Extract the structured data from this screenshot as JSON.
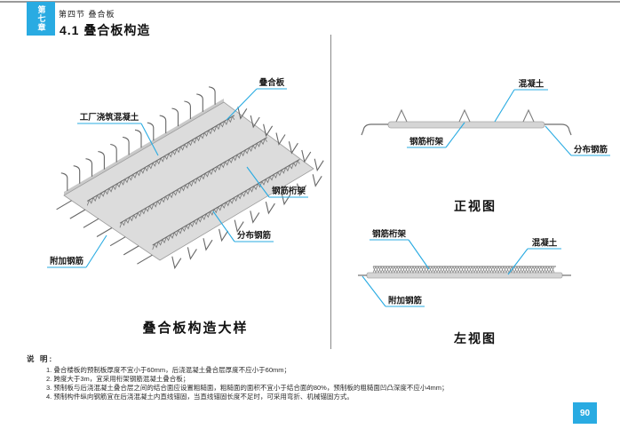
{
  "accent_color": "#29ABE2",
  "header": {
    "chapter": "第七章",
    "section": "第四节 叠合板",
    "title": "4.1 叠合板构造"
  },
  "iso_figure": {
    "caption": "叠合板构造大样",
    "labels": {
      "slab": "叠合板",
      "factory_concrete": "工厂浇筑混凝土",
      "truss": "钢筋桁架",
      "distribution_rebar": "分布钢筋",
      "additional_rebar": "附加钢筋"
    }
  },
  "front_view": {
    "caption": "正视图",
    "labels": {
      "concrete": "混凝土",
      "truss": "钢筋桁架",
      "distribution_rebar": "分布钢筋"
    }
  },
  "side_view": {
    "caption": "左视图",
    "labels": {
      "truss": "钢筋桁架",
      "concrete": "混凝土",
      "additional_rebar": "附加钢筋"
    }
  },
  "notes": {
    "title": "说 明:",
    "items": [
      "1. 叠合楼板的预制板厚度不宜小于60mm，后浇混凝土叠合层厚度不应小于60mm；",
      "2. 跨度大于3m，宜采用桁架钢筋混凝土叠合板；",
      "3. 预制板与后浇混凝土叠合层之间的结合面应设置粗糙面，粗糙面的面积不宜小于结合面的80%，预制板的粗糙面凹凸深度不应小4mm；",
      "4. 预制构件纵向钢筋宜在后浇混凝土内直线锚固，当直线锚固长度不足时，可采用弯折、机械锚固方式。"
    ]
  },
  "footer": {
    "page_number": "90"
  }
}
